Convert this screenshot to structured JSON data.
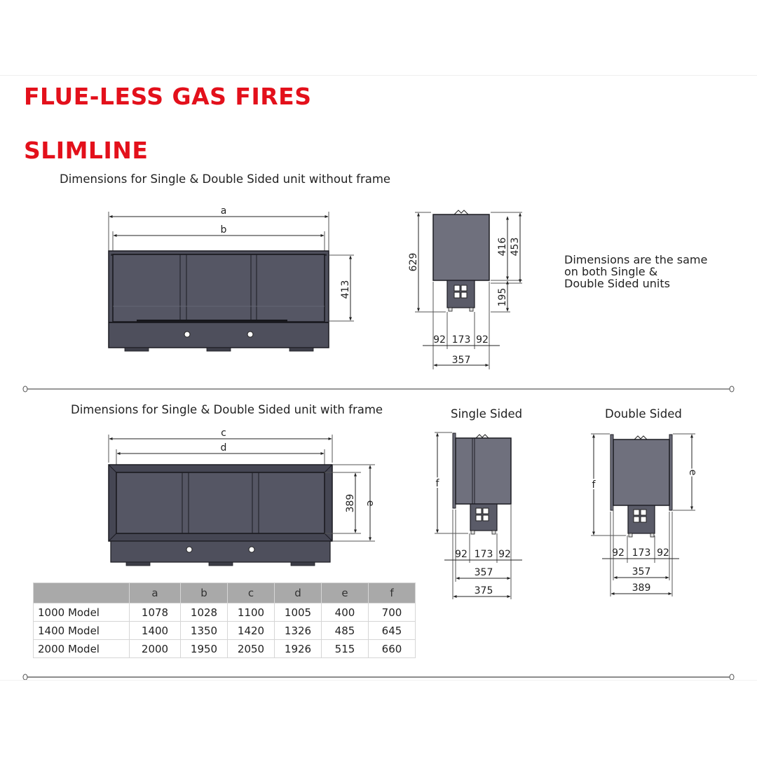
{
  "header": {
    "title": "FLUE-LESS GAS FIRES",
    "subtitle": "SLIMLINE",
    "accent_color": "#e3101b"
  },
  "section_without_frame": {
    "caption": "Dimensions for Single & Double Sided unit without frame",
    "front_view": {
      "dim_a": "a",
      "dim_b": "b",
      "height": "413"
    },
    "side_view": {
      "total_height": "629",
      "upper_height_inner": "416",
      "upper_height_outer": "453",
      "base_height": "195",
      "left_offset": "92",
      "base_width": "173",
      "right_offset": "92",
      "total_width": "357"
    },
    "note_lines": [
      "Dimensions are the same",
      "on both Single &",
      "Double Sided units"
    ]
  },
  "section_with_frame": {
    "caption": "Dimensions for Single & Double Sided unit with frame",
    "front_view": {
      "dim_c": "c",
      "dim_d": "d",
      "inner_height": "389",
      "dim_e": "e"
    },
    "single_sided": {
      "label": "Single Sided",
      "dim_f": "f",
      "left_offset": "92",
      "base_width": "173",
      "right_offset": "92",
      "body_width": "357",
      "total_width": "375"
    },
    "double_sided": {
      "label": "Double Sided",
      "dim_f": "f",
      "dim_e": "e",
      "left_offset": "92",
      "base_width": "173",
      "right_offset": "92",
      "body_width": "357",
      "total_width": "389"
    }
  },
  "table": {
    "columns": [
      "",
      "a",
      "b",
      "c",
      "d",
      "e",
      "f"
    ],
    "rows": [
      {
        "model": "1000 Model",
        "values": [
          "1078",
          "1028",
          "1100",
          "1005",
          "400",
          "700"
        ]
      },
      {
        "model": "1400 Model",
        "values": [
          "1400",
          "1350",
          "1420",
          "1326",
          "485",
          "645"
        ]
      },
      {
        "model": "2000 Model",
        "values": [
          "2000",
          "1950",
          "2050",
          "1926",
          "515",
          "660"
        ]
      }
    ]
  },
  "colors": {
    "body_dark": "#4e4f5c",
    "body_side": "#7a7b88",
    "outline": "#1c1c22",
    "table_header_bg": "#a9a9a9"
  }
}
